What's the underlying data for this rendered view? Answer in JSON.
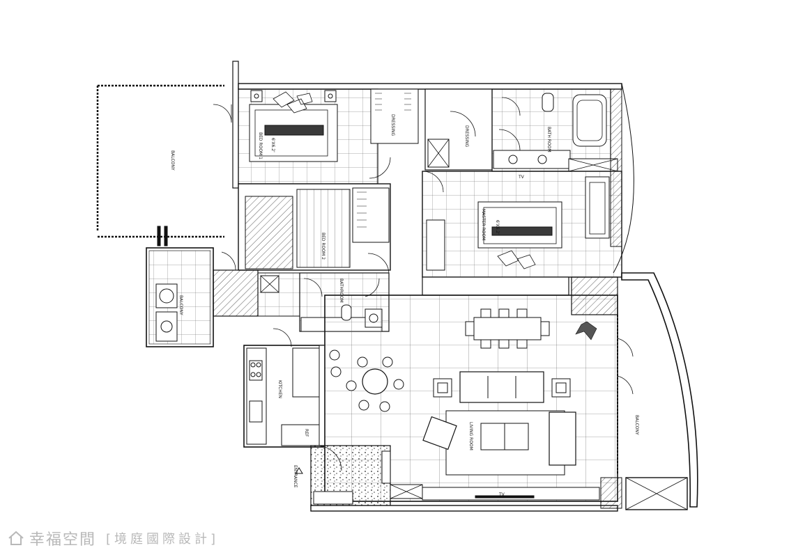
{
  "rooms": {
    "bedroom1": "BED ROOM 1",
    "bedroom2": "BED ROOM 2",
    "master_room": "MASTER ROOM",
    "bathroom_master": "BATH ROOM",
    "bathroom": "BATHROOM",
    "dressing1": "DRESSING",
    "dressing2": "DRESSING",
    "balcony_top": "BALCONY",
    "balcony_left": "BALCONY",
    "balcony_right": "BALCONY",
    "kitchen": "KITCHEN",
    "living_room": "LIVING ROOM",
    "entrance": "ENTRANCE",
    "ref": "REF",
    "bed_label1": "6'X6.2'",
    "bed_label2": "6'X6.2'",
    "tv_top": "TV",
    "tv_bottom": "TV"
  },
  "watermark": {
    "brand": "幸福空間",
    "sub": "[境庭國際設計]"
  },
  "colors": {
    "line": "#111111",
    "watermark": "#b8b8b8",
    "bed_band": "#3a3a3a"
  }
}
